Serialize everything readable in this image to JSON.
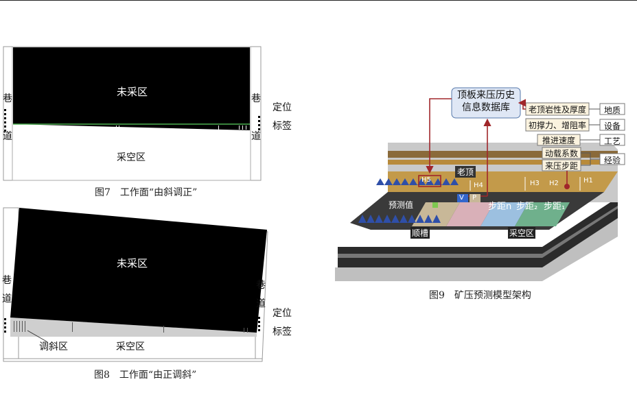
{
  "fig7": {
    "caption": "图7　工作面“由斜调正”",
    "unmined": "未采区",
    "goaf": "采空区",
    "roadway_left_1": "巷",
    "roadway_left_2": "道",
    "roadway_right_1": "巷",
    "roadway_right_2": "道",
    "locate_1": "定位",
    "locate_2": "标签"
  },
  "fig8": {
    "caption": "图8　工作面“由正调斜”",
    "unmined": "未采区",
    "goaf": "采空区",
    "adjust_zone": "调斜区",
    "roadway_left_1": "巷",
    "roadway_left_2": "道",
    "roadway_right_1": "巷",
    "roadway_right_2": "道",
    "locate_1": "定位",
    "locate_2": "标签"
  },
  "fig9": {
    "caption": "图9　矿压预测模型架构",
    "database_line1": "顶板来压历史",
    "database_line2": "信息数据库",
    "factors": [
      "老顶岩性及厚度",
      "初撑力、增阻率",
      "推进速度",
      "动载系数",
      "来压步距"
    ],
    "categories": [
      "地质",
      "设备",
      "工艺",
      "经验"
    ],
    "old_roof": "老顶",
    "predicted": "预测值",
    "shuncao": "顺槽",
    "goaf": "采空区",
    "step_n": "步距n",
    "step_2": "步距₂",
    "step_1": "步距₁",
    "h_labels": [
      "H5",
      "H4",
      "H3",
      "H2",
      "H1"
    ],
    "v": "V",
    "p": "P"
  },
  "colors": {
    "accent_red": "#a0262a",
    "box_blue": "#dfe7f5",
    "box_cream": "#fbf3df"
  }
}
